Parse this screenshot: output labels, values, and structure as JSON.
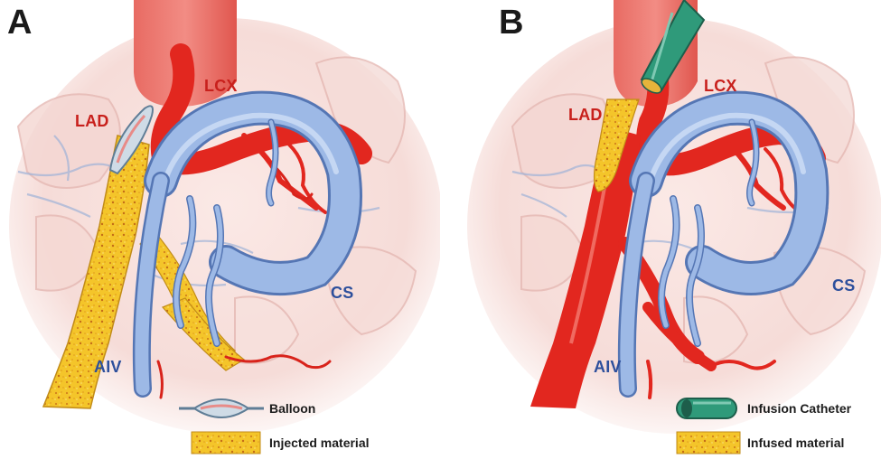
{
  "panel_a": {
    "letter": "A",
    "labels": {
      "lcx": "LCX",
      "lad": "LAD",
      "cs": "CS",
      "aiv": "AIV"
    },
    "legend": {
      "balloon": "Balloon",
      "injected": "Injected material"
    }
  },
  "panel_b": {
    "letter": "B",
    "labels": {
      "lcx": "LCX",
      "lad": "LAD",
      "cs": "CS",
      "aiv": "AIV"
    },
    "legend": {
      "catheter": "Infusion Catheter",
      "infused": "Infused material"
    }
  },
  "colors": {
    "artery": "#e2271f",
    "vein": "#8fb0e2",
    "material": "#f3c62c",
    "catheter": "#2f9a7a",
    "balloon": "#c8d7e6",
    "background_tissue": "#f7e3e0"
  }
}
